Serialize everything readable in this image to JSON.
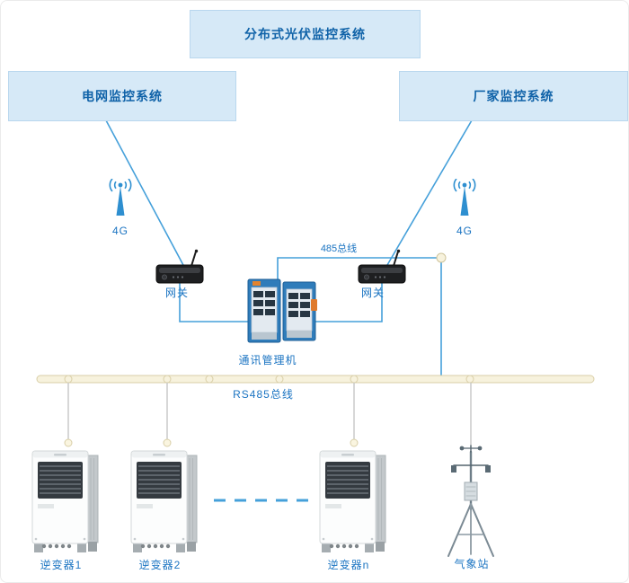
{
  "nodes": {
    "main_system": {
      "label": "分布式光伏监控系统"
    },
    "grid_system": {
      "label": "电网监控系统"
    },
    "vendor_system": {
      "label": "厂家监控系统"
    },
    "left_antenna": {
      "label": "4G"
    },
    "right_antenna": {
      "label": "4G"
    },
    "left_gateway": {
      "label": "网关"
    },
    "right_gateway": {
      "label": "网关"
    },
    "bus_485": {
      "label": "485总线"
    },
    "comm_manager": {
      "label": "通讯管理机"
    },
    "rs485_bus": {
      "label": "RS485总线"
    },
    "inverter_1": {
      "label": "逆变器1"
    },
    "inverter_2": {
      "label": "逆变器2"
    },
    "inverter_n": {
      "label": "逆变器n"
    },
    "weather_station": {
      "label": "气象站"
    }
  },
  "colors": {
    "box_bg": "#d6e9f7",
    "box_border": "#b9d7ee",
    "box_text": "#0f62a8",
    "label_text": "#1b74c2",
    "wire_blue": "#45a0da",
    "antenna_blue": "#2e8fd0",
    "bus_fill": "#f7f2dd",
    "bus_border": "#d9cfa8",
    "drop_line_gray": "#c6c6c6"
  }
}
